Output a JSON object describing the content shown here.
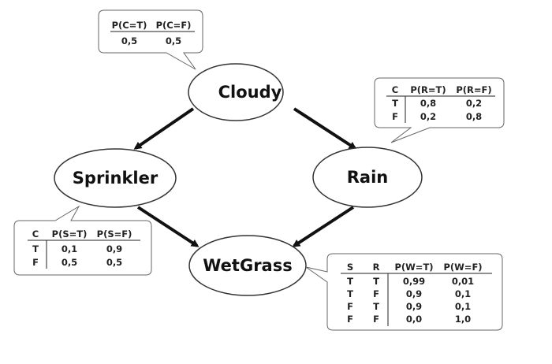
{
  "nodes": {
    "cloudy": "Cloudy",
    "sprinkler": "Sprinkler",
    "rain": "Rain",
    "wetgrass": "WetGrass"
  },
  "cpt_cloudy": {
    "headers": [
      "P(C=T)",
      "P(C=F)"
    ],
    "rows": [
      [
        "0,5",
        "0,5"
      ]
    ]
  },
  "cpt_rain": {
    "headers": [
      "C",
      "P(R=T)",
      "P(R=F)"
    ],
    "rows": [
      [
        "T",
        "0,8",
        "0,2"
      ],
      [
        "F",
        "0,2",
        "0,8"
      ]
    ]
  },
  "cpt_sprinkler": {
    "headers": [
      "C",
      "P(S=T)",
      "P(S=F)"
    ],
    "rows": [
      [
        "T",
        "0,1",
        "0,9"
      ],
      [
        "F",
        "0,5",
        "0,5"
      ]
    ]
  },
  "cpt_wetgrass": {
    "headers": [
      "S",
      "R",
      "P(W=T)",
      "P(W=F)"
    ],
    "rows": [
      [
        "T",
        "T",
        "0,99",
        "0,01"
      ],
      [
        "T",
        "F",
        "0,9",
        "0,1"
      ],
      [
        "F",
        "T",
        "0,9",
        "0,1"
      ],
      [
        "F",
        "F",
        "0,0",
        "1,0"
      ]
    ]
  }
}
